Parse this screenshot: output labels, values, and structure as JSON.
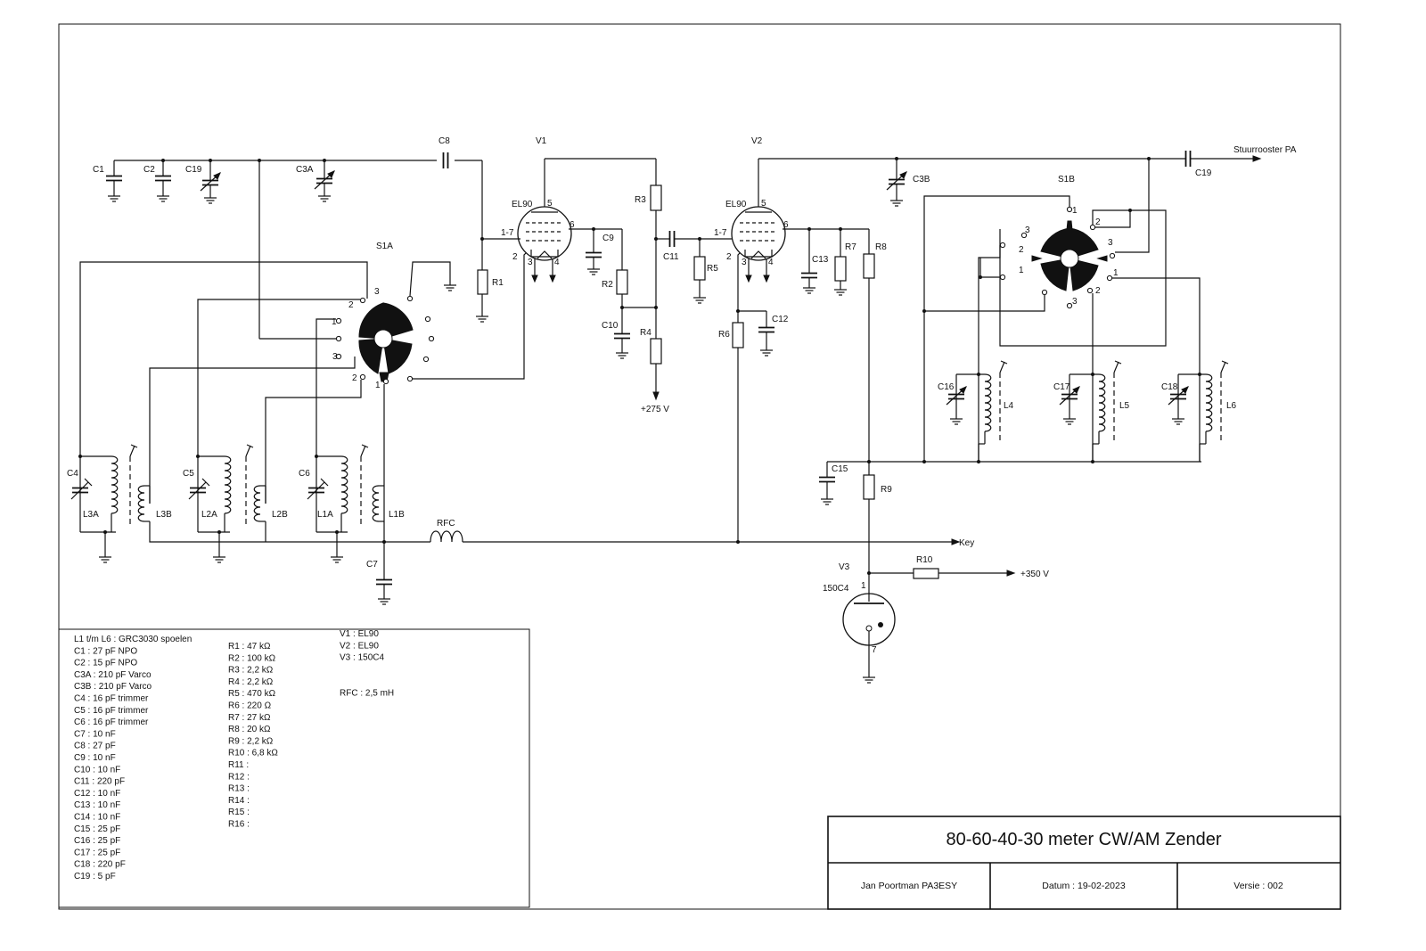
{
  "title_block": {
    "title": "80-60-40-30 meter CW/AM Zender",
    "author": "Jan Poortman  PA3ESY",
    "date": "Datum : 19-02-2023",
    "version": "Versie : 002"
  },
  "bom_col1": [
    "L1 t/m L6 : GRC3030 spoelen",
    "C1 : 27 pF NPO",
    "C2 : 15 pF NPO",
    "C3A : 210 pF Varco",
    "C3B : 210 pF Varco",
    "C4 : 16 pF trimmer",
    "C5 : 16 pF trimmer",
    "C6 : 16 pF trimmer",
    "C7 : 10 nF",
    "C8 : 27 pF",
    "C9 : 10 nF",
    "C10 : 10 nF",
    "C11 : 220 pF",
    "C12 : 10 nF",
    "C13 : 10 nF",
    "C14 : 10 nF",
    "C15 : 25 pF",
    "C16 : 25 pF",
    "C17 : 25 pF",
    "C18 : 220 pF",
    "C19 : 5 pF"
  ],
  "bom_col2": [
    "R1 : 47 kΩ",
    "R2 : 100 kΩ",
    "R3 : 2,2 kΩ",
    "R4 : 2,2 kΩ",
    "R5 : 470 kΩ",
    "R6 : 220 Ω",
    "R7 : 27 kΩ",
    "R8 : 20 kΩ",
    "R9 : 2,2 kΩ",
    "R10 : 6,8 kΩ",
    "R11 :",
    "R12 :",
    "R13 :",
    "R14 :",
    "R15 :",
    "R16 :"
  ],
  "bom_col3": [
    "V1 : EL90",
    "V2 : EL90",
    "V3 : 150C4",
    "",
    "",
    "RFC : 2,5 mH"
  ],
  "labels": {
    "c1": "C1",
    "c2": "C2",
    "c19a": "C19",
    "c3a": "C3A",
    "c8": "C8",
    "v1": "V1",
    "v2": "V2",
    "el90a": "EL90",
    "el90b": "EL90",
    "p17a": "1-7",
    "p5a": "5",
    "p6a": "6",
    "p2a": "2",
    "p3a": "3",
    "p4a": "4",
    "p17b": "1-7",
    "p5b": "5",
    "p6b": "6",
    "p2b": "2",
    "p3b": "3",
    "p4b": "4",
    "r1": "R1",
    "r2": "R2",
    "r3": "R3",
    "r4": "R4",
    "r5": "R5",
    "r6": "R6",
    "r7": "R7",
    "r8": "R8",
    "r9": "R9",
    "r10": "R10",
    "c9": "C9",
    "c10": "C10",
    "c11": "C11",
    "c12": "C12",
    "c13": "C13",
    "c15": "C15",
    "c3b": "C3B",
    "c19b": "C19",
    "stuur": "Stuurrooster PA",
    "s1a": "S1A",
    "s1b": "S1B",
    "v275": "+275 V",
    "v350": "+350 V",
    "key": "Key",
    "v3": "V3",
    "v3type": "150C4",
    "v3p1": "1",
    "v3p7": "7",
    "c4": "C4",
    "c5": "C5",
    "c6": "C6",
    "c7": "C7",
    "l3a": "L3A",
    "l3b": "L3B",
    "l2a": "L2A",
    "l2b": "L2B",
    "l1a": "L1A",
    "l1b": "L1B",
    "rfc": "RFC",
    "c16": "C16",
    "c17": "C17",
    "c18": "C18",
    "l4": "L4",
    "l5": "L5",
    "l6": "L6",
    "sa1a": "1",
    "sa1b": "1",
    "sa2a": "2",
    "sa2b": "2",
    "sa3a": "3",
    "sa3b": "3",
    "sb1a": "1",
    "sb1b": "1",
    "sb1c": "1",
    "sb2a": "2",
    "sb2b": "2",
    "sb2c": "2",
    "sb3a": "3",
    "sb3b": "3",
    "sb3c": "3"
  }
}
